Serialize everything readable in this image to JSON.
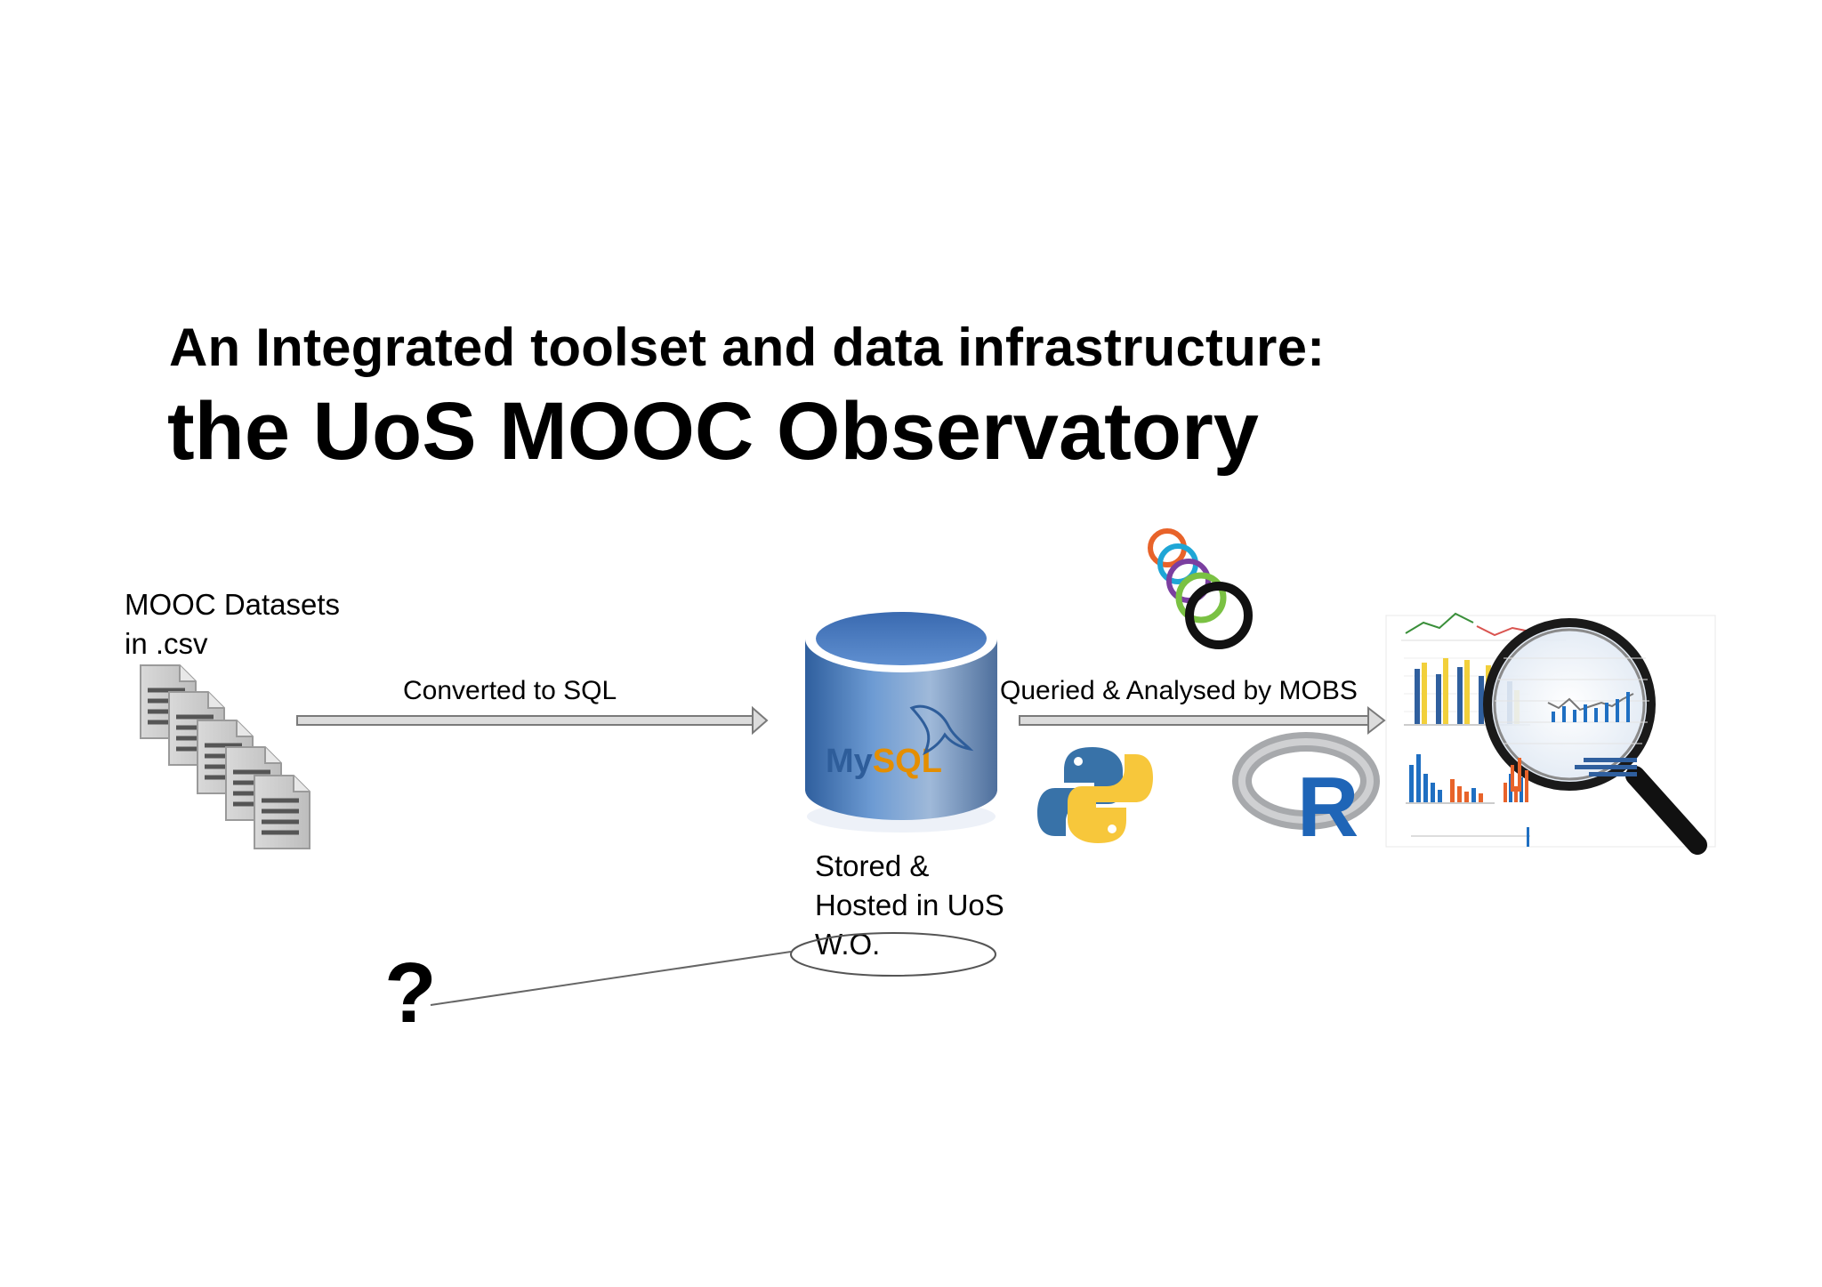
{
  "slide": {
    "title_line1": "An Integrated toolset and data infrastructure:",
    "title_line2": "the UoS MOOC Observatory"
  },
  "diagram": {
    "datasets_label_line1": "MOOC Datasets",
    "datasets_label_line2": "in .csv",
    "arrow1_label": "Converted to SQL",
    "database_logo_text_my": "My",
    "database_logo_text_sql": "SQL",
    "arrow2_label": "Queried & Analysed by MOBS",
    "stored_label_line1": "Stored &",
    "stored_label_line2": "Hosted in UoS",
    "stored_label_line3": "W.O.",
    "question_mark": "?",
    "r_logo_letter": "R"
  },
  "colors": {
    "arrow": "#8a8a8a",
    "mysql_blue": "#4a7ab5",
    "mysql_orange": "#e48e00",
    "python_blue": "#3872a8",
    "python_yellow": "#f7c73b",
    "r_blue": "#1f65b7",
    "ring_colors": [
      "#e8632a",
      "#1fa6d6",
      "#7b3fa0",
      "#7ac143",
      "#111111"
    ]
  }
}
